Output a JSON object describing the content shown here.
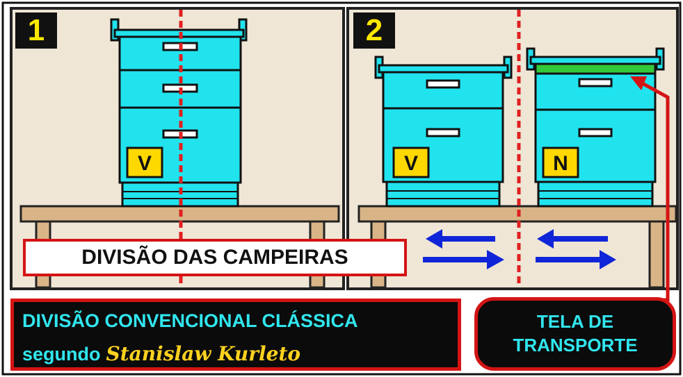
{
  "panels": [
    {
      "number": "1",
      "hive_label": "V"
    },
    {
      "number": "2",
      "hive_labels": [
        "V",
        "N"
      ]
    }
  ],
  "caption": "DIVISÃO DAS CAMPEIRAS",
  "footer": {
    "line1": "DIVISÃO CONVENCIONAL CLÁSSICA",
    "line2_prefix": "segundo",
    "author": "Stanislaw Kurleto"
  },
  "callout": {
    "line1": "TELA DE",
    "line2": "TRANSPORTE"
  },
  "colors": {
    "hive": "#21e3ee",
    "hive_outline": "#111111",
    "table": "#d8b487",
    "background": "#efe6d6",
    "divider": "#e02020",
    "arrow": "#1025d8",
    "screen": "#33c83a",
    "label_bg": "#ffd800"
  }
}
